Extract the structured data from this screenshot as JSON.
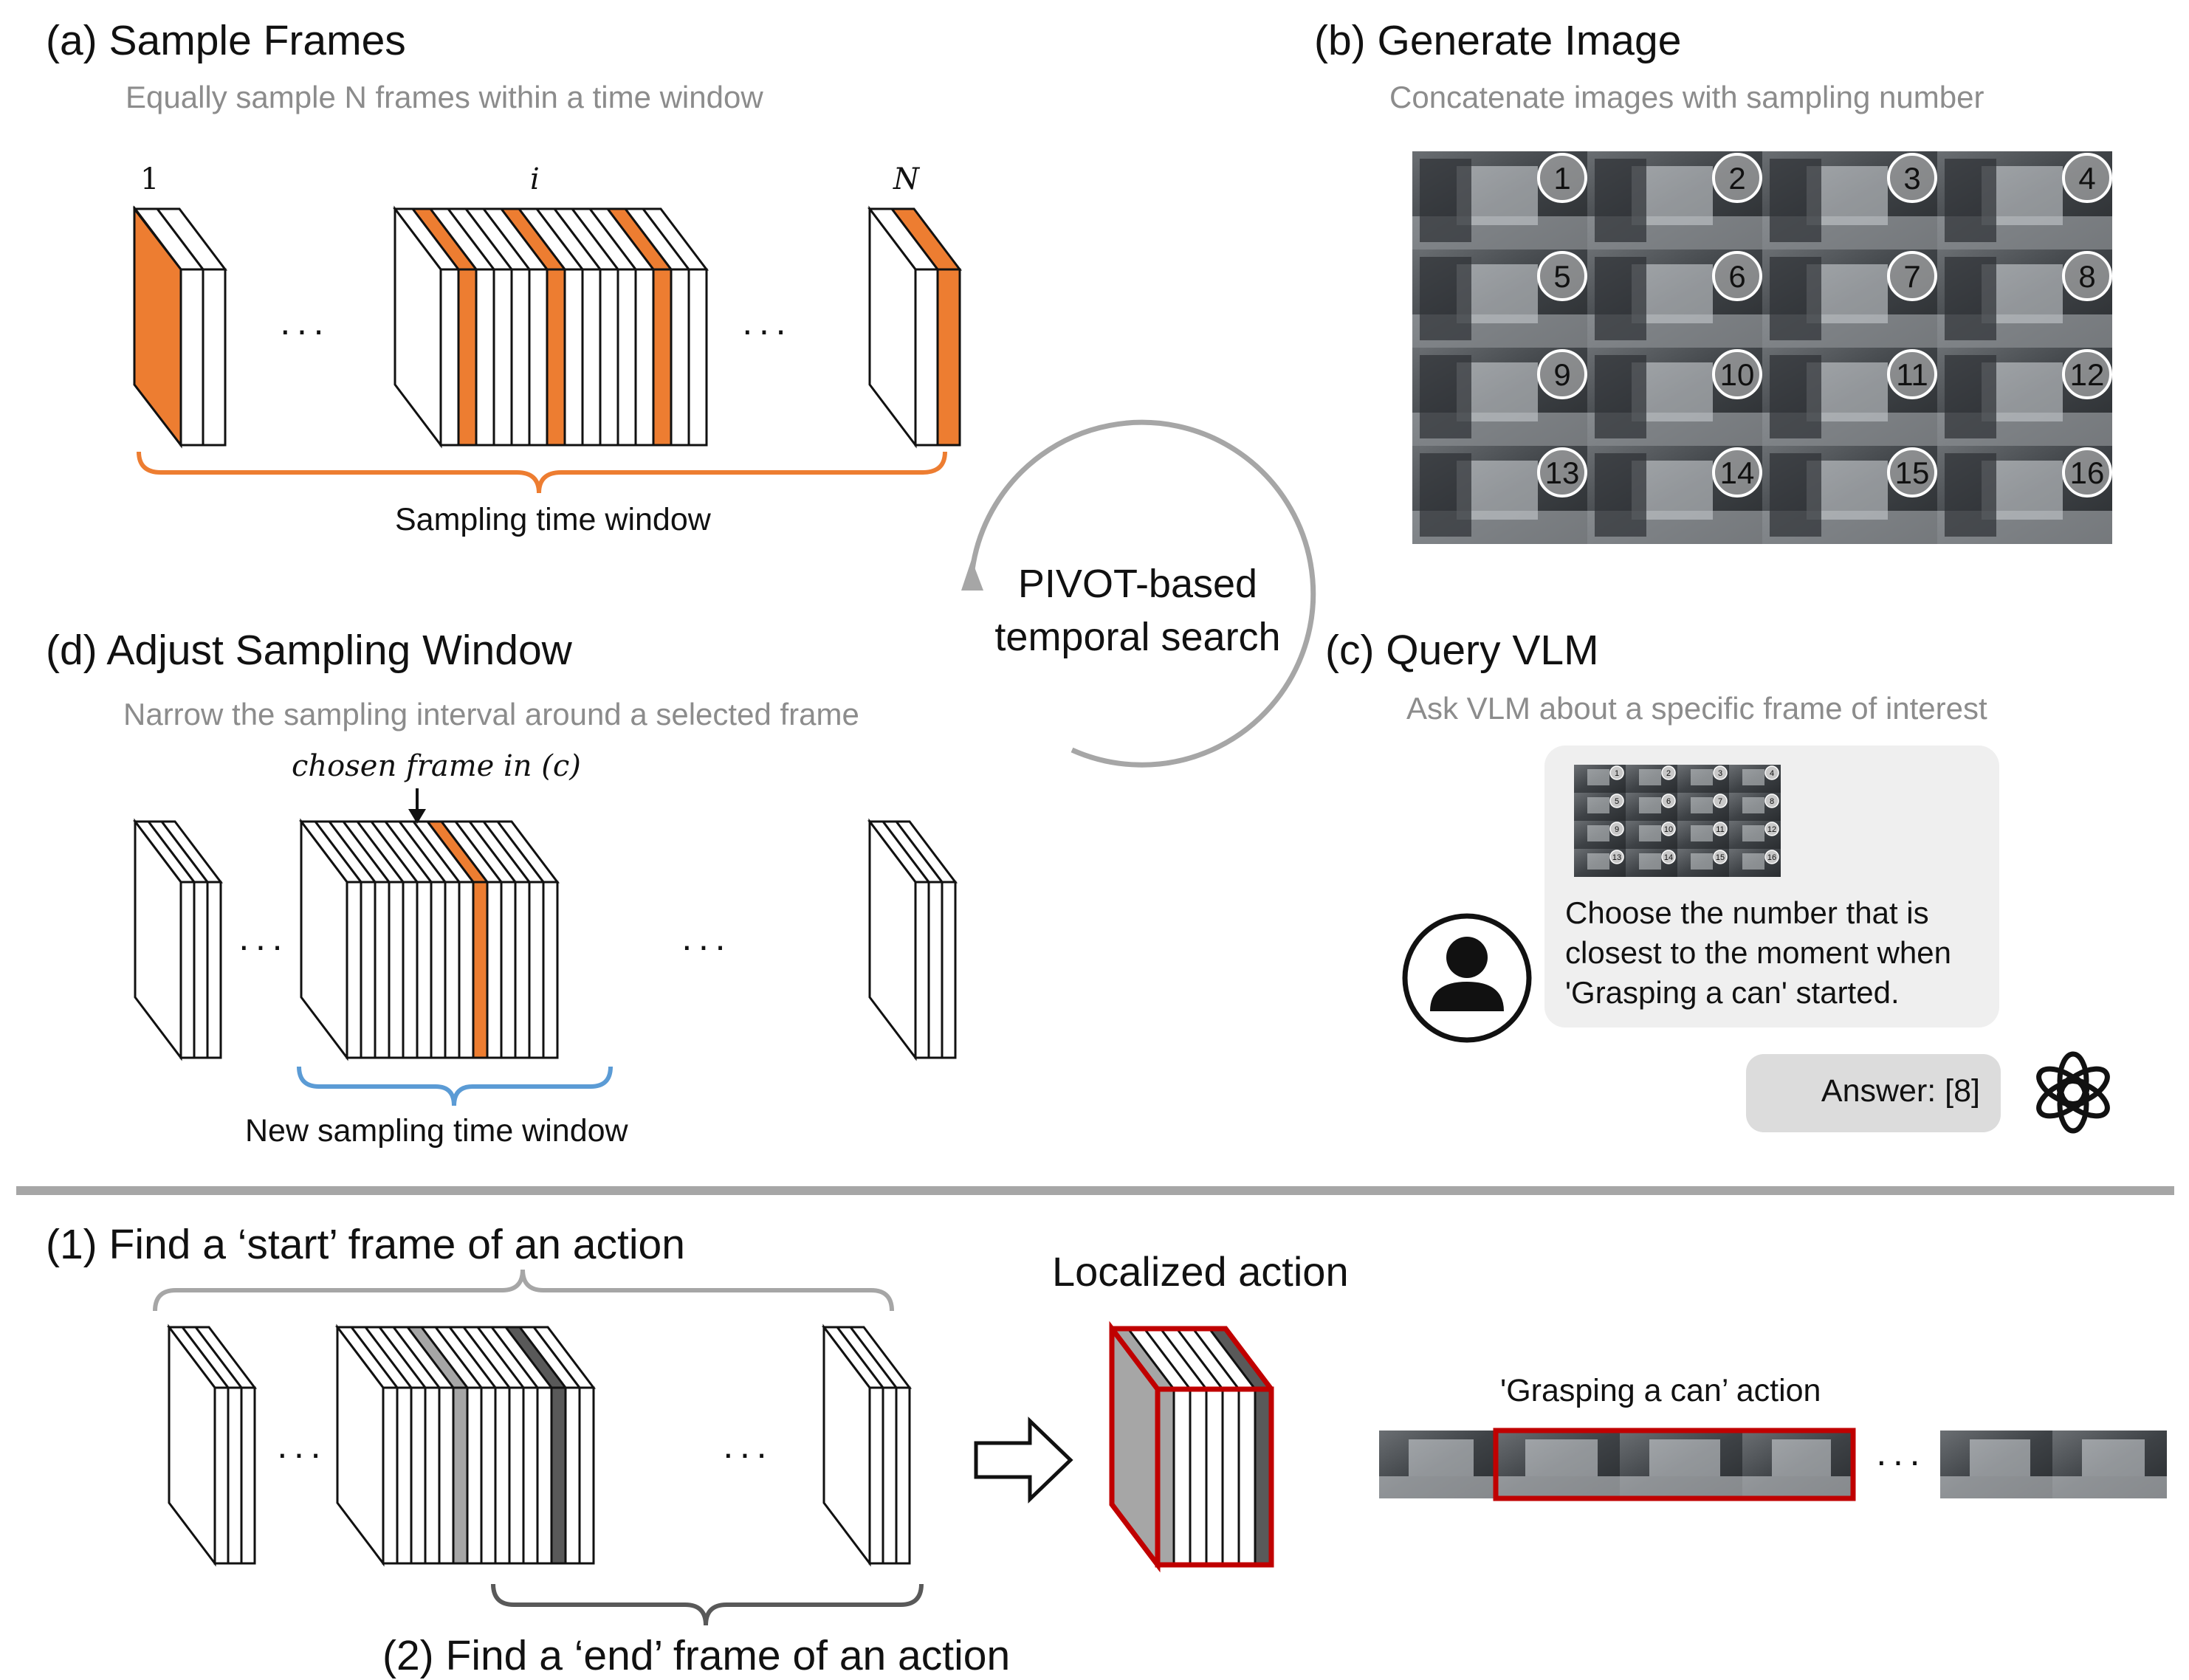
{
  "panels": {
    "a": {
      "title": "(a) Sample Frames",
      "subtitle": "Equally sample N frames within a time window",
      "label_first": "1",
      "label_mid": "i",
      "label_last": "N",
      "window_label": "Sampling time window"
    },
    "b": {
      "title": "(b) Generate Image",
      "subtitle": "Concatenate images with sampling number",
      "grid_numbers": [
        "1",
        "2",
        "3",
        "4",
        "5",
        "6",
        "7",
        "8",
        "9",
        "10",
        "11",
        "12",
        "13",
        "14",
        "15",
        "16"
      ]
    },
    "c": {
      "title": "(c) Query VLM",
      "subtitle": "Ask VLM about a specific frame of interest",
      "prompt": "Choose the number that is closest to the moment when 'Grasping a can' started.",
      "answer": "Answer: [8]",
      "user_icon": "user-avatar-icon",
      "vlm_icon": "openai-logo-icon"
    },
    "d": {
      "title": "(d) Adjust Sampling Window",
      "subtitle": "Narrow the sampling interval around a selected frame",
      "chosen_label": "chosen frame in (c)",
      "window_label": "New sampling time window"
    },
    "center": {
      "line1": "PIVOT-based",
      "line2": "temporal search"
    }
  },
  "bottom": {
    "step1": "(1) Find a ‘start’ frame of an action",
    "step2": "(2) Find a ‘end’ frame of an action",
    "localized": "Localized action",
    "action_label": "'Grasping a can’ action",
    "ellipsis": "···"
  },
  "colors": {
    "accent": "#ed7d31",
    "blue": "#5b9bd5",
    "gray_light": "#a6a6a6",
    "gray_dark": "#595959",
    "red": "#c00000",
    "brace_gray": "#a6a6a6",
    "divider": "#a6a6a6"
  }
}
